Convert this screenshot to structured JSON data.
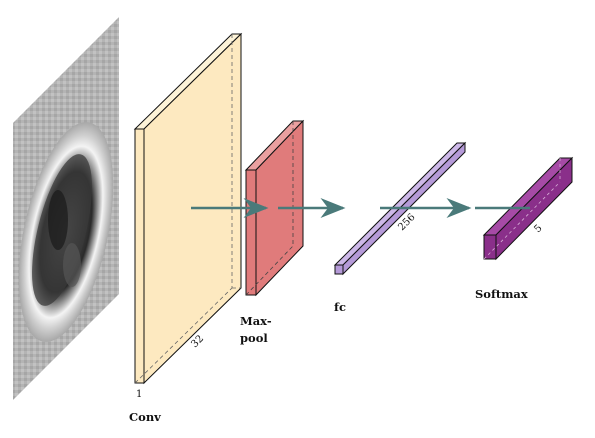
{
  "layers": {
    "conv": {
      "label": "Conv",
      "depth": "1",
      "width": "32",
      "color": "#fde9c0"
    },
    "maxpool": {
      "label_line1": "Max-",
      "label_line2": "pool",
      "color": "#e07b7b"
    },
    "fc": {
      "label": "fc",
      "size": "256",
      "color": "#b59ad8"
    },
    "softmax": {
      "label": "Softmax",
      "size": "5",
      "color": "#8a2f8a"
    }
  },
  "arrow_color": "#4a7a7a",
  "input_image_icon": "grayscale-ellipse-image"
}
